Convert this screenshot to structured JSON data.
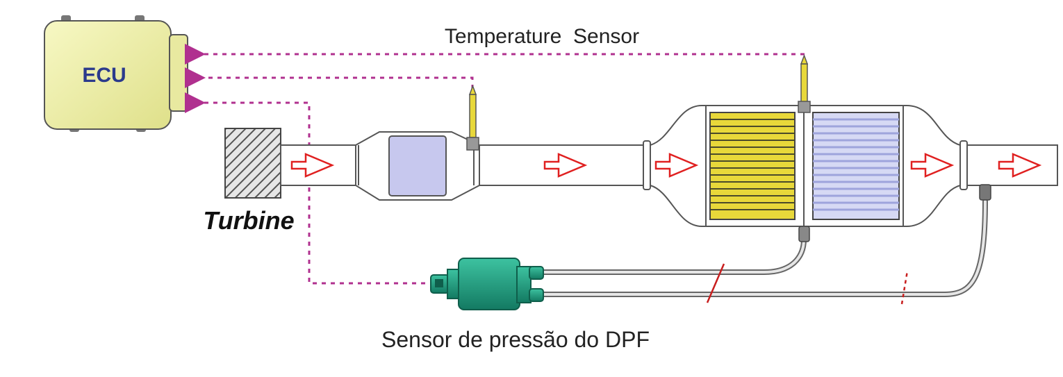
{
  "labels": {
    "ecu": "ECU",
    "temperature_sensor": "Temperature  Sensor",
    "turbine": "Turbine",
    "pressure_sensor": "Sensor de pressão do DPF"
  },
  "colors": {
    "ecu_fill": "#f1f2a8",
    "signal_line": "#b0308f",
    "flow_arrow": "#e02020",
    "pressure_sensor_fill": "#1f9e80",
    "filter_yellow": "#e8d83a",
    "filter_blue": "#c9cdf0"
  }
}
